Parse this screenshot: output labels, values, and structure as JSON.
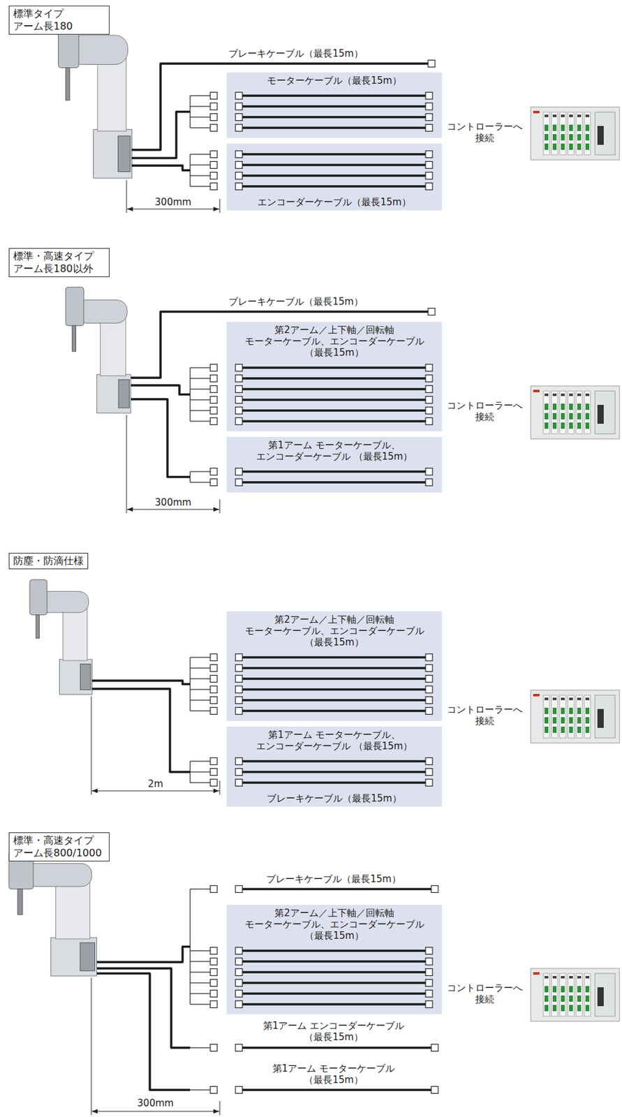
{
  "diagram": {
    "nodes": [
      {
        "text": [
          "標準タイプ アーム長180"
        ]
      },
      {
        "text": [
          "モーターケーブル（最長15m）"
        ]
      },
      {
        "text": [
          "エンコーダーケーブル（最長15m）"
        ]
      },
      {
        "text": [
          "標準・高速タイプ アーム長180以外"
        ]
      },
      {
        "text": [
          "第2アーム／上下軸／回転軸 モーターケーブル、エンコーダーケーブル （最長15m）"
        ]
      },
      {
        "text": [
          "第1アーム モーターケーブル、エンコーダーケーブル （最長15m）"
        ]
      },
      {
        "text": [
          "防塵・防滴仕様"
        ]
      },
      {
        "text": [
          "第2アーム／上下軸／回転軸 モーターケーブル、エンコーダーケーブル （最長15m）"
        ]
      },
      {
        "text": [
          "第1アーム モーターケーブル、エンコーダーケーブル （最長15m）",
          "ブレーキケーブル（最長15m）"
        ]
      },
      {
        "text": [
          "標準・高速タイプ アーム長800/1000"
        ]
      },
      {
        "text": [
          "第2アーム／上下軸／回転軸 モーターケーブル、エンコーダーケーブル （最長15m）"
        ]
      }
    ],
    "labels": [
      "ブレーキケーブル（最長15m）",
      "コントローラーへ 接続",
      "300mm",
      "ブレーキケーブル（最長15m）",
      "コントローラーへ 接続",
      "300mm",
      "コントローラーへ 接続",
      "2m",
      "ブレーキケーブル（最長15m）",
      "コントローラーへ 接続",
      "第1アーム エンコーダーケーブル （最長15m）",
      "第1アーム モーターケーブル （最長15m）",
      "300mm"
    ]
  }
}
